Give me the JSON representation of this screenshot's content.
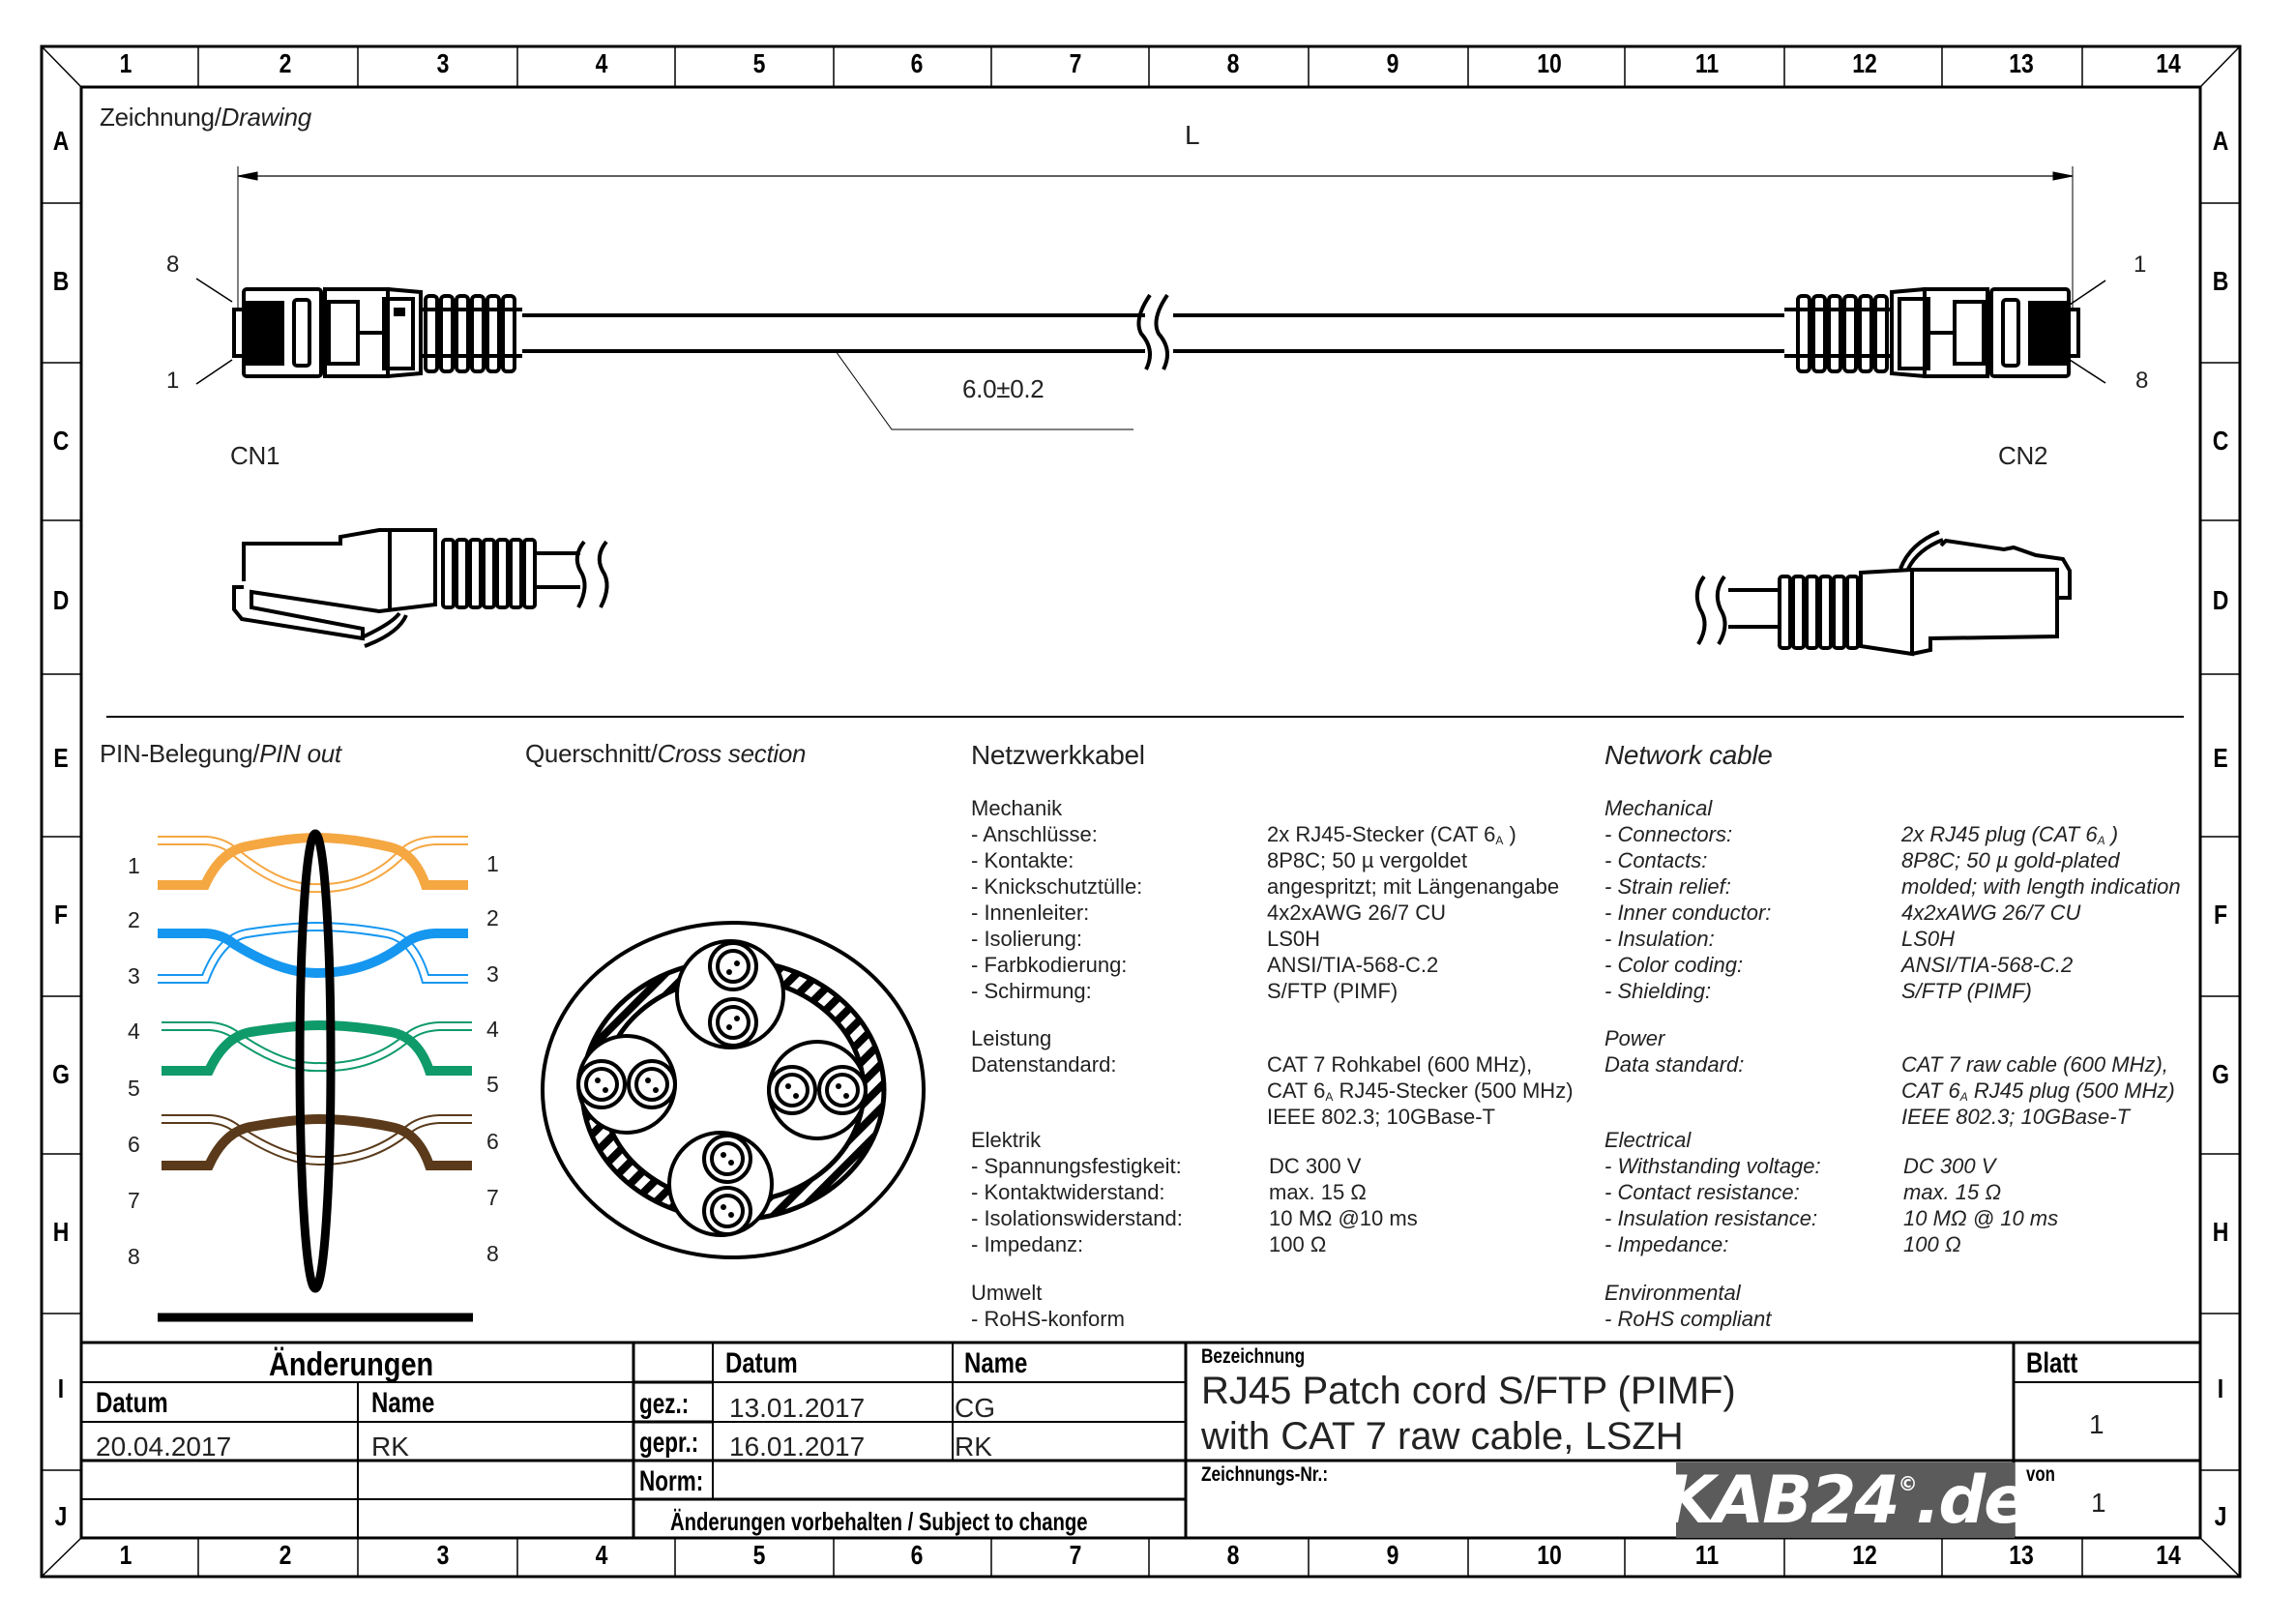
{
  "frame": {
    "columns": [
      "1",
      "2",
      "3",
      "4",
      "5",
      "6",
      "7",
      "8",
      "9",
      "10",
      "11",
      "12",
      "13",
      "14"
    ],
    "rows": [
      "A",
      "B",
      "C",
      "D",
      "E",
      "F",
      "G",
      "H",
      "I",
      "J"
    ]
  },
  "drawing": {
    "section_title_de": "Zeichnung/",
    "section_title_en": "Drawing",
    "length_label": "L",
    "diameter_label": "6.0±0.2",
    "cn1": {
      "label": "CN1",
      "pin_top": "8",
      "pin_bottom": "1"
    },
    "cn2": {
      "label": "CN2",
      "pin_top": "1",
      "pin_bottom": "8"
    }
  },
  "pinout": {
    "title_de": "PIN-Belegung/",
    "title_en": "PIN out",
    "pins": [
      "1",
      "2",
      "3",
      "4",
      "5",
      "6",
      "7",
      "8"
    ],
    "pair_colors": {
      "orange": "#f5a742",
      "blue": "#1597f0",
      "green": "#0f9a6a",
      "brown": "#5a3a1a"
    }
  },
  "cross_section": {
    "title_de": "Querschnitt/",
    "title_en": "Cross section"
  },
  "spec_de": {
    "title": "Netzwerkkabel",
    "groups": [
      {
        "heading": "Mechanik",
        "rows": [
          {
            "label": "- Anschlüsse:",
            "value": "2x RJ45-Stecker (CAT 6",
            "sub": "A",
            "tail": " )"
          },
          {
            "label": "- Kontakte:",
            "value": "8P8C; 50 µ vergoldet"
          },
          {
            "label": "- Knickschutztülle:",
            "value": "angespritzt; mit Längenangabe"
          },
          {
            "label": "- Innenleiter:",
            "value": "4x2xAWG 26/7 CU"
          },
          {
            "label": "- Isolierung:",
            "value": "LS0H"
          },
          {
            "label": "- Farbkodierung:",
            "value": "ANSI/TIA-568-C.2"
          },
          {
            "label": "- Schirmung:",
            "value": "S/FTP (PIMF)"
          }
        ]
      },
      {
        "heading": "Leistung",
        "rows": [
          {
            "label": "Datenstandard:",
            "value": "CAT 7 Rohkabel (600 MHz),"
          },
          {
            "label": "",
            "value": "CAT 6",
            "sub": "A",
            "tail": " RJ45-Stecker (500 MHz)"
          },
          {
            "label": "",
            "value": "IEEE 802.3; 10GBase-T"
          }
        ]
      },
      {
        "heading": "Elektrik",
        "rows": [
          {
            "label": "- Spannungsfestigkeit:",
            "value": "DC 300 V"
          },
          {
            "label": "- Kontaktwiderstand:",
            "value": "max. 15 Ω"
          },
          {
            "label": "- Isolationswiderstand:",
            "value": "10 MΩ @10 ms"
          },
          {
            "label": "- Impedanz:",
            "value": "100 Ω"
          }
        ]
      },
      {
        "heading": "Umwelt",
        "rows": [
          {
            "label": "- RoHS-konform",
            "value": ""
          }
        ]
      }
    ]
  },
  "spec_en": {
    "title": "Network cable",
    "groups": [
      {
        "heading": "Mechanical",
        "rows": [
          {
            "label": "- Connectors:",
            "value": "2x RJ45 plug (CAT 6",
            "sub": "A",
            "tail": " )"
          },
          {
            "label": "- Contacts:",
            "value": "8P8C; 50 µ gold-plated"
          },
          {
            "label": "- Strain relief:",
            "value": "molded; with length indication"
          },
          {
            "label": "- Inner conductor:",
            "value": "4x2xAWG 26/7 CU"
          },
          {
            "label": "- Insulation:",
            "value": "LS0H"
          },
          {
            "label": "- Color coding:",
            "value": "ANSI/TIA-568-C.2"
          },
          {
            "label": "- Shielding:",
            "value": "S/FTP (PIMF)"
          }
        ]
      },
      {
        "heading": "Power",
        "rows": [
          {
            "label": "Data standard:",
            "value": "CAT 7 raw cable (600 MHz),"
          },
          {
            "label": "",
            "value": "CAT 6",
            "sub": "A",
            "tail": " RJ45 plug (500 MHz)"
          },
          {
            "label": "",
            "value": "IEEE 802.3; 10GBase-T"
          }
        ]
      },
      {
        "heading": "Electrical",
        "rows": [
          {
            "label": "- Withstanding voltage:",
            "value": "DC 300 V"
          },
          {
            "label": "- Contact resistance:",
            "value": "max. 15 Ω"
          },
          {
            "label": "- Insulation resistance:",
            "value": "10 MΩ @ 10 ms"
          },
          {
            "label": "- Impedance:",
            "value": "100 Ω"
          }
        ]
      },
      {
        "heading": "Environmental",
        "rows": [
          {
            "label": "- RoHS compliant",
            "value": ""
          }
        ]
      }
    ]
  },
  "title_block": {
    "changes_title": "Änderungen",
    "changes_headers": {
      "date": "Datum",
      "name": "Name"
    },
    "changes_rows": [
      {
        "date": "20.04.2017",
        "name": "RK"
      }
    ],
    "approval_headers": {
      "date": "Datum",
      "name": "Name"
    },
    "drawn_label": "gez.:",
    "drawn_date": "13.01.2017",
    "drawn_name": "CG",
    "checked_label": "gepr.:",
    "checked_date": "16.01.2017",
    "checked_name": "RK",
    "norm_label": "Norm:",
    "subject_to_change": "Änderungen vorbehalten / Subject to change",
    "designation_label": "Bezeichnung",
    "designation_line1": "RJ45 Patch cord S/FTP (PIMF)",
    "designation_line2": "with CAT 7 raw cable, LSZH",
    "drawing_no_label": "Zeichnungs-Nr.:",
    "sheet_label": "Blatt",
    "sheet_value": "1",
    "of_label": "von",
    "of_value": "1",
    "logo_text": "KAB24",
    "logo_copyright": "©",
    "logo_suffix": ".de",
    "logo_bg": "#5b5b5b"
  }
}
